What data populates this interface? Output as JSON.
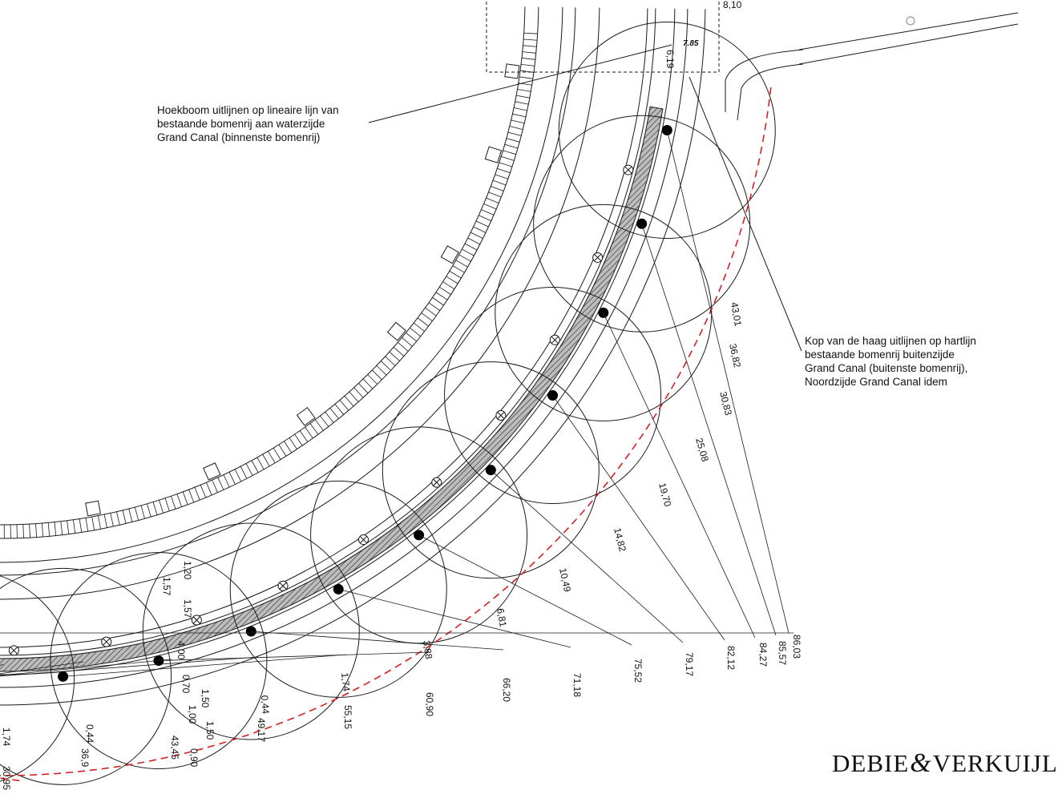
{
  "notes": {
    "corner_tree": [
      "Hoekboom uitlijnen op lineaire lijn van",
      "bestaande bomenrij aan waterzijde",
      "Grand Canal (binnenste bomenrij)"
    ],
    "hedge_head": [
      "Kop van de haag uitlijnen op hartlijn",
      "bestaande bomenrij buitenzijde",
      "Grand Canal (buitenste bomenrij),",
      "Noordzijde Grand Canal idem"
    ]
  },
  "dimensions": {
    "top": [
      "8,10",
      "7.85",
      "6,19"
    ],
    "radial_right": [
      "43,01",
      "36,82",
      "30,83",
      "25,08",
      "19,70",
      "14,82",
      "10,49",
      "6,81",
      "3,88",
      "1,74",
      "0,44"
    ],
    "bottom_axis": [
      "86,03",
      "85,57",
      "84,27",
      "82,12",
      "79,17",
      "75,52",
      "71,18",
      "66,20",
      "60,90",
      "55,15",
      "49,17",
      "43,45",
      "36,9",
      "30,95"
    ],
    "left_stack": [
      "1,20",
      "1,57",
      "1,57",
      "4,00",
      "0,70",
      "1,50",
      "1,00",
      "1,50",
      "0,90"
    ],
    "edge": [
      "1,74"
    ]
  },
  "brand": {
    "name_left": "DEBIE",
    "amp": "&",
    "name_right": "VERKUIJL"
  },
  "colors": {
    "line": "#1a1a1a",
    "boundary": "#d42020",
    "hatch": "#444444"
  }
}
